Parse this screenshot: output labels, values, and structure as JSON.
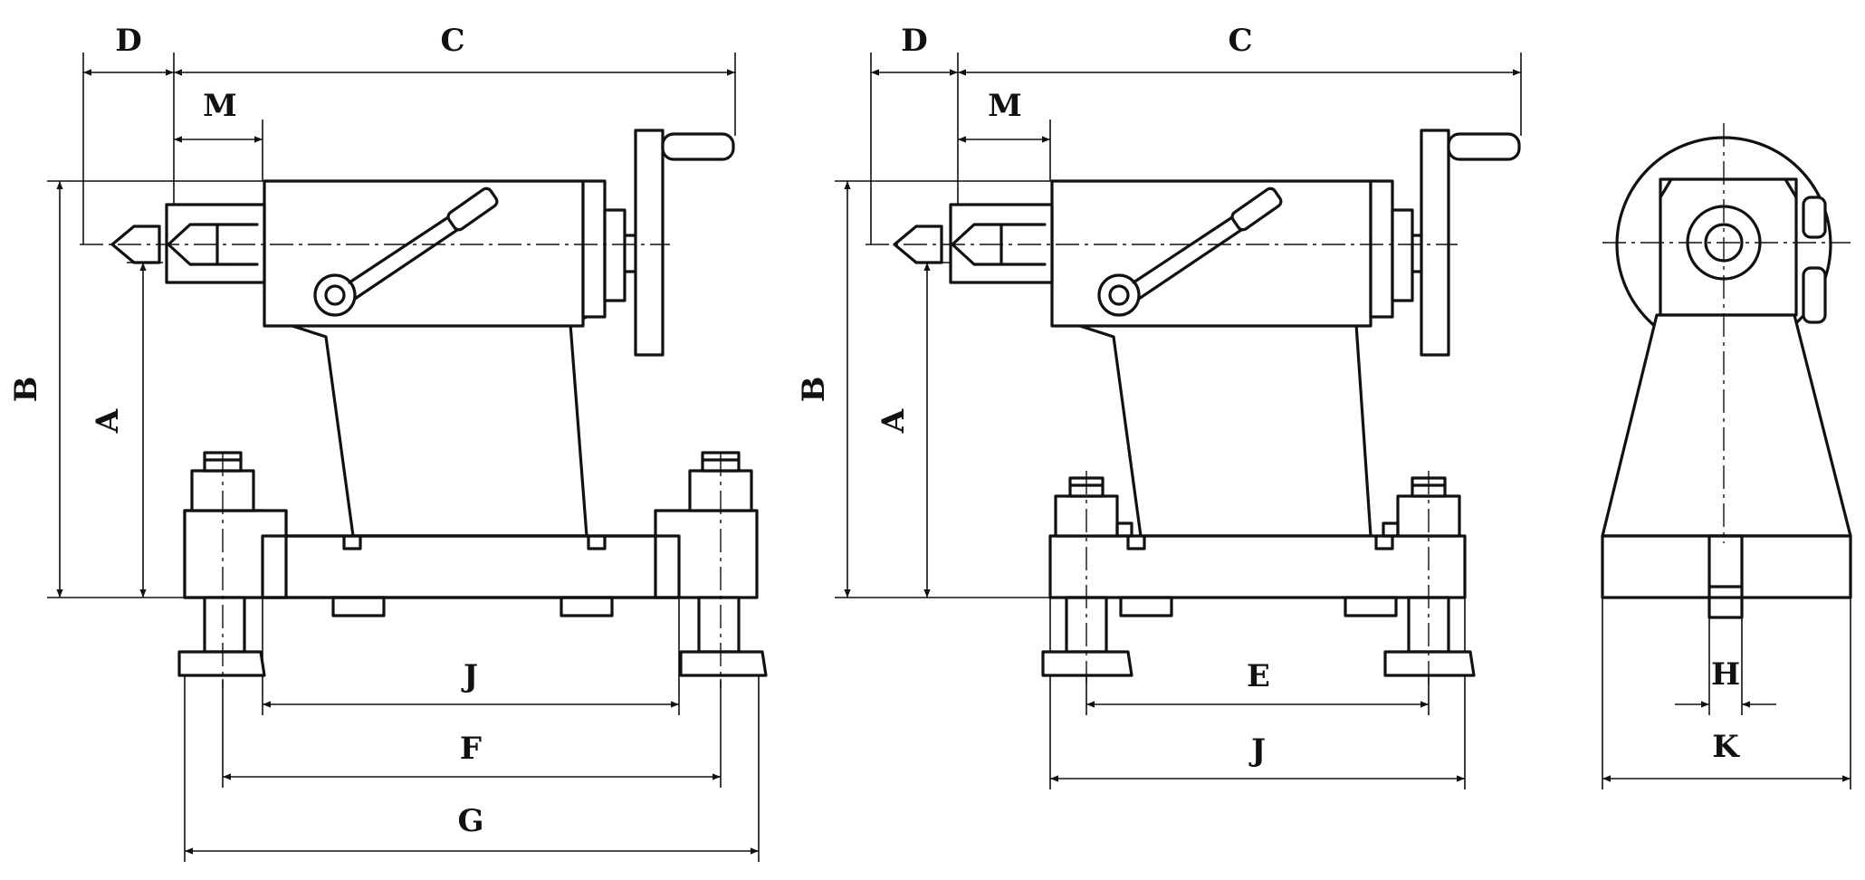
{
  "views": [
    {
      "id": "side-a",
      "labels": {
        "D": "D",
        "C": "C",
        "M": "M",
        "B": "B",
        "A": "A",
        "J": "J",
        "F": "F",
        "G": "G"
      }
    },
    {
      "id": "side-b",
      "labels": {
        "D": "D",
        "C": "C",
        "M": "M",
        "B": "B",
        "A": "A",
        "E": "E",
        "J": "J"
      }
    },
    {
      "id": "front",
      "labels": {
        "H": "H",
        "K": "K"
      }
    }
  ],
  "colors": {
    "line": "#111111",
    "background": "#ffffff"
  }
}
